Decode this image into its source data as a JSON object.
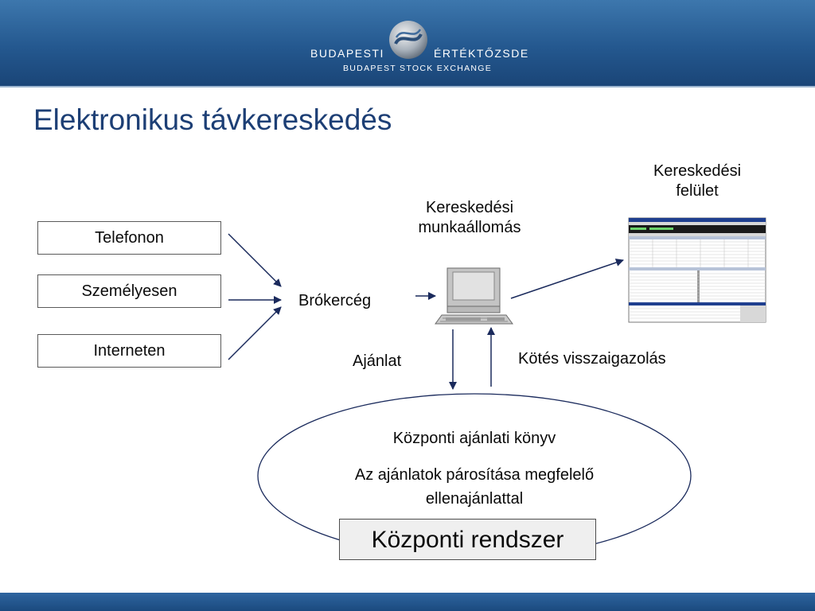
{
  "header": {
    "logo_left": "BUDAPESTI",
    "logo_right": "ÉRTÉKTŐZSDE",
    "logo_sub": "BUDAPEST STOCK EXCHANGE"
  },
  "title": "Elektronikus távkereskedés",
  "channels": [
    "Telefonon",
    "Személyesen",
    "Interneten"
  ],
  "broker_label": "Brókercég",
  "workstation_label": [
    "Kereskedési",
    "munkaállomás"
  ],
  "interface_label": [
    "Kereskedési",
    "felület"
  ],
  "order_label": "Ajánlat",
  "confirmation_label": "Kötés visszaigazolás",
  "order_book": {
    "line1": "Központi ajánlati könyv",
    "line2": "Az ajánlatok párosítása megfelelő",
    "line3": "ellenajánlattal"
  },
  "central_system_label": "Központi rendszer",
  "colors": {
    "header_blue": "#24588f",
    "title_blue": "#1d3f75",
    "arrow_navy": "#1a2a5c"
  }
}
